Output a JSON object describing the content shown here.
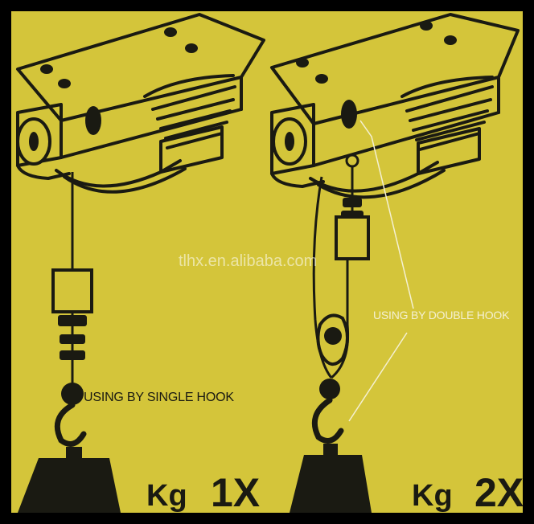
{
  "labels": {
    "single_hook": "USING BY SINGLE HOOK",
    "double_hook": "USING BY DOUBLE HOOK",
    "left_unit": "Kg",
    "left_multiplier": "1X",
    "right_unit": "Kg",
    "right_multiplier": "2X"
  },
  "watermark": "tlhx.en.alibaba.com",
  "colors": {
    "background": "#d4c53a",
    "ink": "#1a1a12",
    "frame": "#000000",
    "callout_line": "#f4f0d2"
  }
}
